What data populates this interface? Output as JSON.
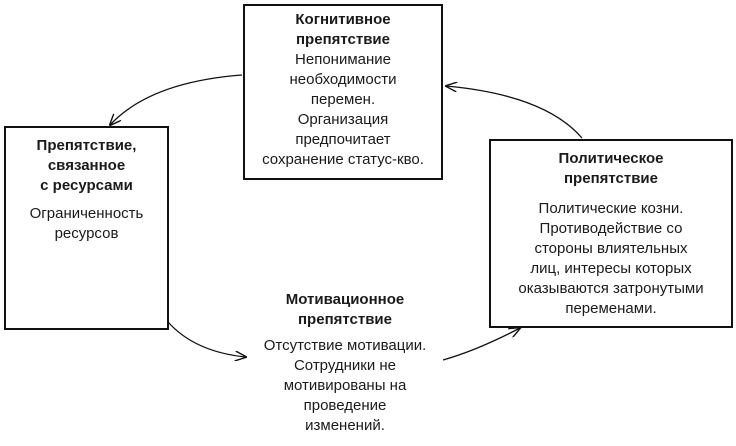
{
  "diagram": {
    "cognitive": {
      "title": "Когнитивное\nпрепятствие",
      "body": "Непонимание\nнеобходимости\nперемен.\nОрганизация\nпредпочитает\nсохранение статус-кво."
    },
    "resource": {
      "title": "Препятствие,\nсвязанное\nс ресурсами",
      "body": "Ограниченность\nресурсов"
    },
    "political": {
      "title": "Политическое\nпрепятствие",
      "body": "Политические козни.\nПротиводействие со\nстороны влиятельных\nлиц, интересы которых\nоказываются затронутыми\nпеременами."
    },
    "motivation": {
      "title": "Мотивационное\nпрепятствие",
      "body": "Отсутствие мотивации.\nСотрудники не\nмотивированы на\nпроведение\nизменений."
    }
  }
}
